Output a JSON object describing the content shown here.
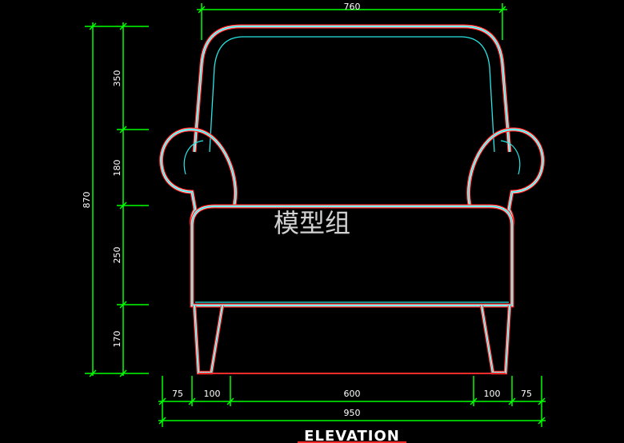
{
  "drawing": {
    "title": "ELEVATION",
    "watermark": "模型组"
  },
  "dimensions": {
    "top_width": "760",
    "bottom_segments": [
      "75",
      "100",
      "600",
      "100",
      "75"
    ],
    "bottom_total": "950",
    "left_total": "870",
    "left_segments": [
      "350",
      "180",
      "250",
      "170"
    ]
  },
  "colors": {
    "background": "#000000",
    "dimension_line": "#00ff00",
    "outline_outer": "#ff2a2a",
    "outline_mid": "#ffffff",
    "outline_inner": "#27e6e6",
    "text": "#ffffff"
  }
}
